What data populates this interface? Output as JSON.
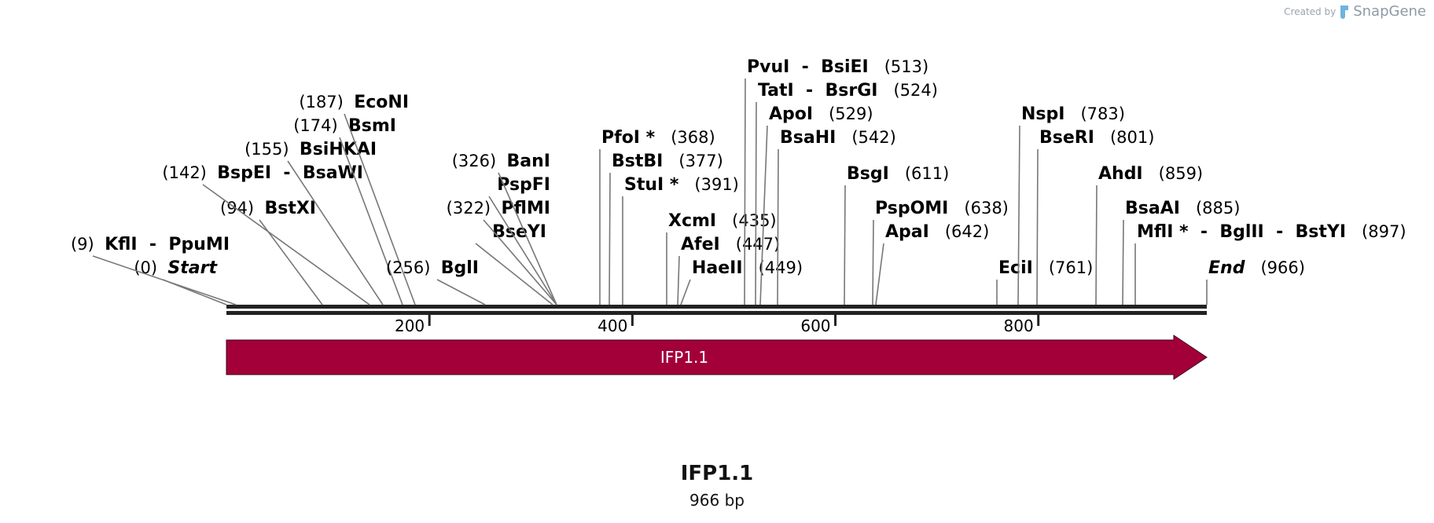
{
  "credit": {
    "prefix": "Created by",
    "brand": "SnapGene"
  },
  "sequence": {
    "name": "IFP1.1",
    "length_label": "966 bp",
    "length": 966
  },
  "ruler_ticks": [
    "200",
    "400",
    "600",
    "800"
  ],
  "feature": {
    "name": "IFP1.1",
    "color": "#a3003a"
  },
  "sites": [
    {
      "names": [
        "Start"
      ],
      "position": "(0)",
      "italic": true
    },
    {
      "names": [
        "KflI",
        "PpuMI"
      ],
      "position": "(9)"
    },
    {
      "names": [
        "BstXI"
      ],
      "position": "(94)"
    },
    {
      "names": [
        "BspEI",
        "BsaWI"
      ],
      "position": "(142)"
    },
    {
      "names": [
        "BsiHKAI"
      ],
      "position": "(155)"
    },
    {
      "names": [
        "BsmI"
      ],
      "position": "(174)"
    },
    {
      "names": [
        "EcoNI"
      ],
      "position": "(187)"
    },
    {
      "names": [
        "BglI"
      ],
      "position": "(256)"
    },
    {
      "names": [
        "BseYI"
      ],
      "position": ""
    },
    {
      "names": [
        "PflMI"
      ],
      "position": "(322)"
    },
    {
      "names": [
        "PspFI"
      ],
      "position": ""
    },
    {
      "names": [
        "BanI"
      ],
      "position": "(326)"
    },
    {
      "names": [
        "PfoI *"
      ],
      "position": "(368)"
    },
    {
      "names": [
        "BstBI"
      ],
      "position": "(377)"
    },
    {
      "names": [
        "StuI *"
      ],
      "position": "(391)"
    },
    {
      "names": [
        "XcmI"
      ],
      "position": "(435)"
    },
    {
      "names": [
        "AfeI"
      ],
      "position": "(447)"
    },
    {
      "names": [
        "HaeII"
      ],
      "position": "(449)"
    },
    {
      "names": [
        "PvuI",
        "BsiEI"
      ],
      "position": "(513)"
    },
    {
      "names": [
        "TatI",
        "BsrGI"
      ],
      "position": "(524)"
    },
    {
      "names": [
        "ApoI"
      ],
      "position": "(529)"
    },
    {
      "names": [
        "BsaHI"
      ],
      "position": "(542)"
    },
    {
      "names": [
        "BsgI"
      ],
      "position": "(611)"
    },
    {
      "names": [
        "PspOMI"
      ],
      "position": "(638)"
    },
    {
      "names": [
        "ApaI"
      ],
      "position": "(642)"
    },
    {
      "names": [
        "EciI"
      ],
      "position": "(761)"
    },
    {
      "names": [
        "NspI"
      ],
      "position": "(783)"
    },
    {
      "names": [
        "BseRI"
      ],
      "position": "(801)"
    },
    {
      "names": [
        "AhdI"
      ],
      "position": "(859)"
    },
    {
      "names": [
        "BsaAI"
      ],
      "position": "(885)"
    },
    {
      "names": [
        "MflI *",
        "BglII",
        "BstYI"
      ],
      "position": "(897)"
    },
    {
      "names": [
        "End"
      ],
      "position": "(966)",
      "italic": true
    }
  ]
}
